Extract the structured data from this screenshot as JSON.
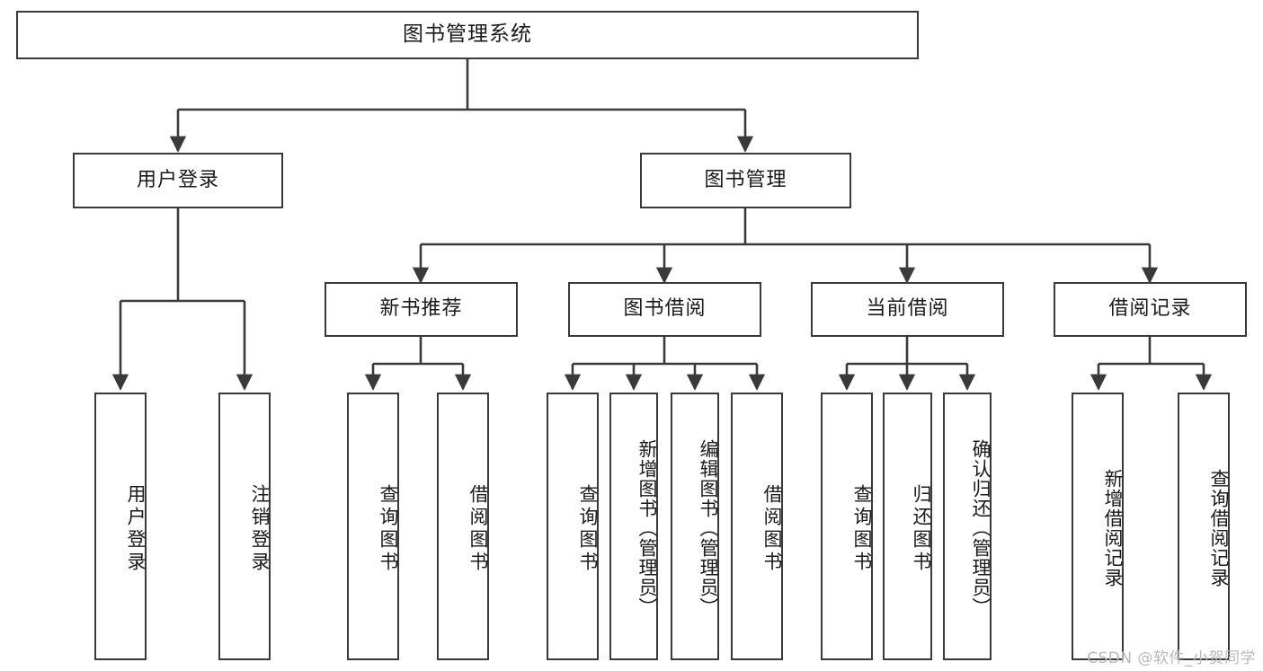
{
  "diagram": {
    "title": "图书管理系统",
    "type": "tree-hierarchy",
    "orientation": "top-down",
    "watermark": "CSDN @软件_小贺同学",
    "colors": {
      "box_border": "#3a3a3a",
      "box_fill": "#ffffff",
      "connector": "#3a3a3a",
      "text": "#1a1a1a",
      "watermark": "#b9b9b9",
      "background": "#ffffff"
    },
    "root": {
      "label": "图书管理系统"
    },
    "level2": [
      {
        "label": "用户登录"
      },
      {
        "label": "图书管理"
      }
    ],
    "level3": [
      {
        "label": "新书推荐"
      },
      {
        "label": "图书借阅"
      },
      {
        "label": "当前借阅"
      },
      {
        "label": "借阅记录"
      }
    ],
    "leaves": {
      "user_login": [
        {
          "label": "用户登录"
        },
        {
          "label": "注销登录"
        }
      ],
      "new_book_recommend": [
        {
          "label": "查询图书"
        },
        {
          "label": "借阅图书"
        }
      ],
      "book_borrow": [
        {
          "label": "查询图书"
        },
        {
          "label": "新增图书（管理员）"
        },
        {
          "label": "编辑图书（管理员）"
        },
        {
          "label": "借阅图书"
        }
      ],
      "current_borrow": [
        {
          "label": "查询图书"
        },
        {
          "label": "归还图书"
        },
        {
          "label": "确认归还（管理员）"
        }
      ],
      "borrow_record": [
        {
          "label": "新增借阅记录"
        },
        {
          "label": "查询借阅记录"
        }
      ]
    }
  }
}
